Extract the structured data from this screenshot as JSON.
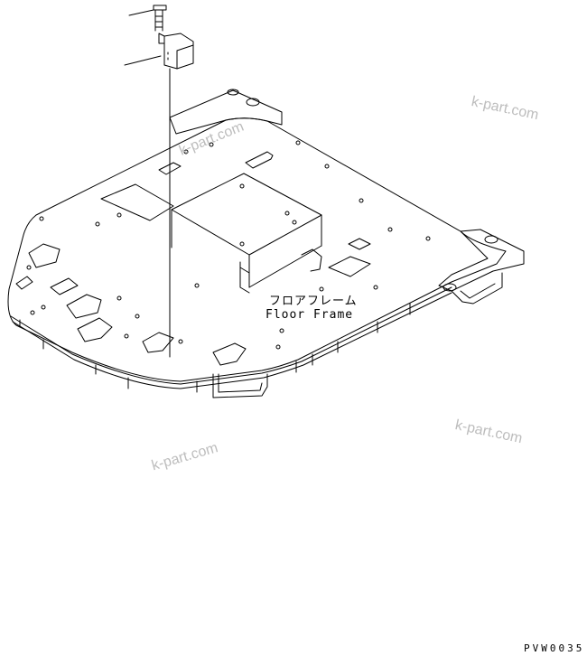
{
  "labels": {
    "part_jp": "フロアフレーム",
    "part_en": "Floor Frame",
    "drawing_code": "PVW0035"
  },
  "watermarks": [
    "k-part.com",
    "k-part.com",
    "k-part.com",
    "k-part.com"
  ],
  "colors": {
    "line": "#000000",
    "watermark": "#bdbdbd",
    "background": "#ffffff"
  }
}
